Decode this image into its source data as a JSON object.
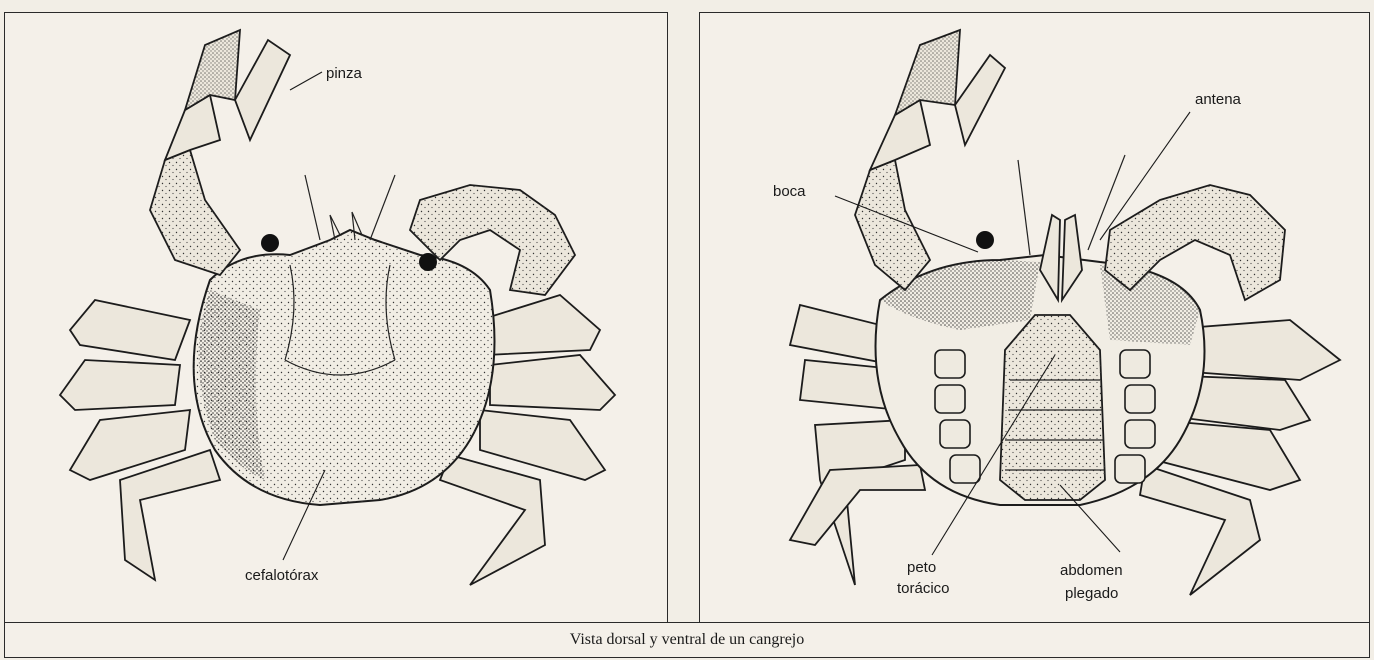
{
  "caption": "Vista dorsal y ventral de un cangrejo",
  "left_panel": {
    "labels": {
      "pinza": "pinza",
      "cefalotorax": "cefalotórax"
    }
  },
  "right_panel": {
    "labels": {
      "antena": "antena",
      "boca": "boca",
      "peto_line1": "peto",
      "peto_line2": "torácico",
      "abdomen_line1": "abdomen",
      "abdomen_line2": "plegado"
    }
  }
}
